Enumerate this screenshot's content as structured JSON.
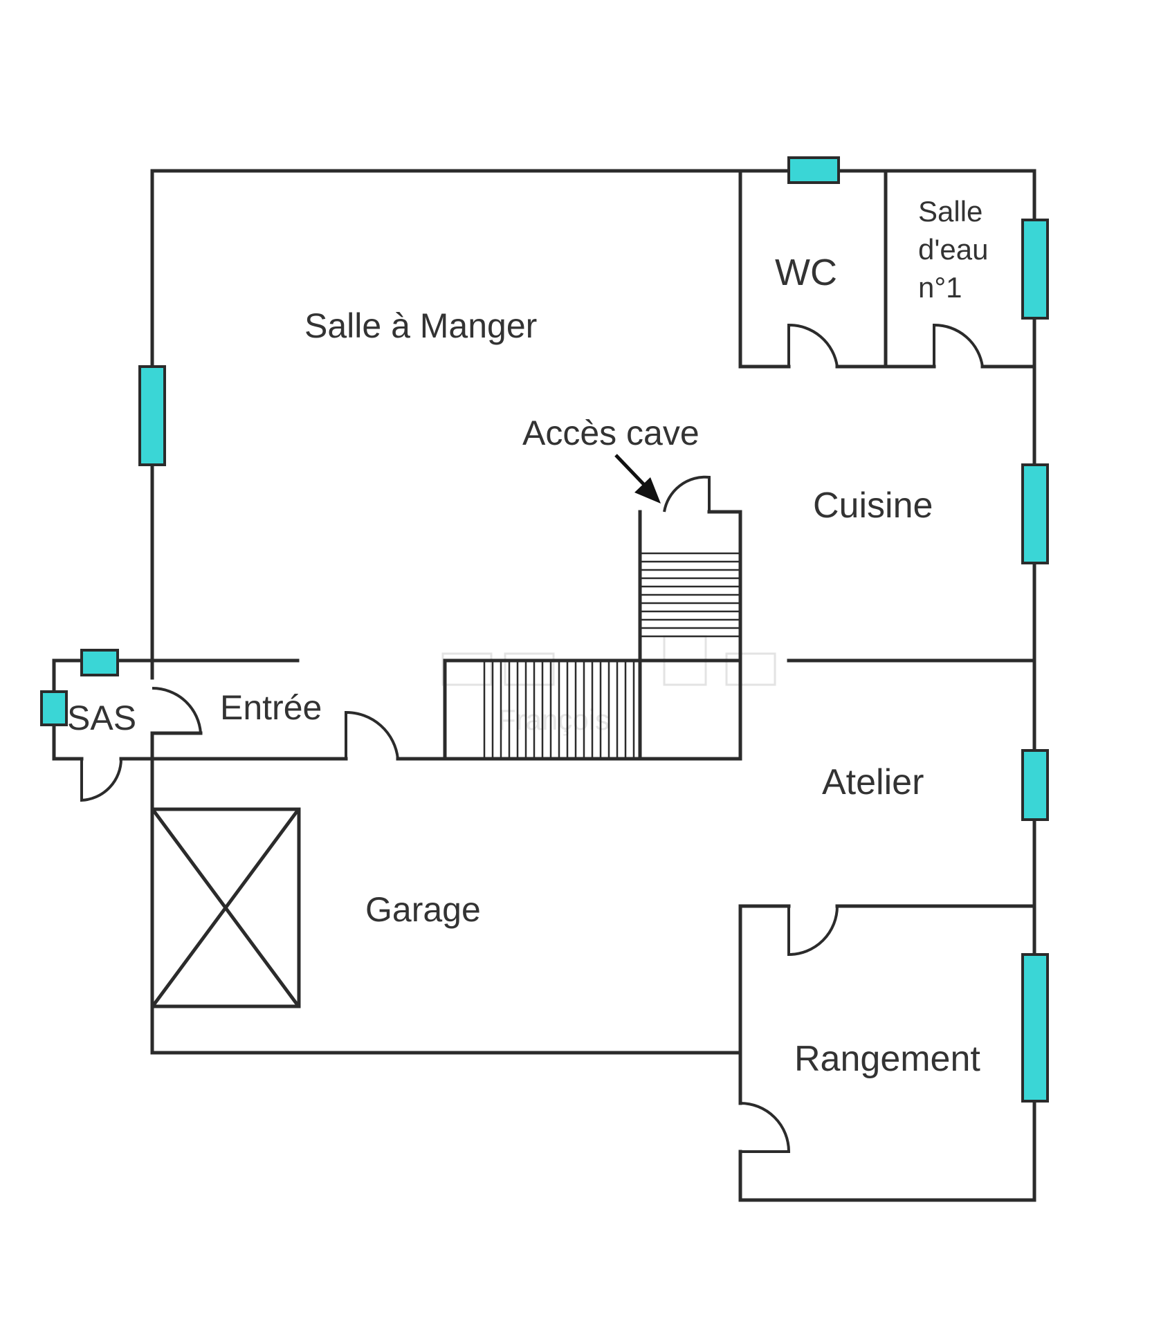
{
  "rooms": {
    "salle_a_manger": "Salle à Manger",
    "wc": "WC",
    "salle_eau_line1": "Salle",
    "salle_eau_line2": "d'eau",
    "salle_eau_line3": "n°1",
    "acces_cave": "Accès cave",
    "cuisine": "Cuisine",
    "sas": "SAS",
    "entree": "Entrée",
    "atelier": "Atelier",
    "garage": "Garage",
    "rangement": "Rangement"
  },
  "watermark": "François",
  "colors": {
    "wall": "#2b2b2b",
    "window": "#3ad6d6",
    "text": "#333333",
    "background": "#ffffff"
  }
}
